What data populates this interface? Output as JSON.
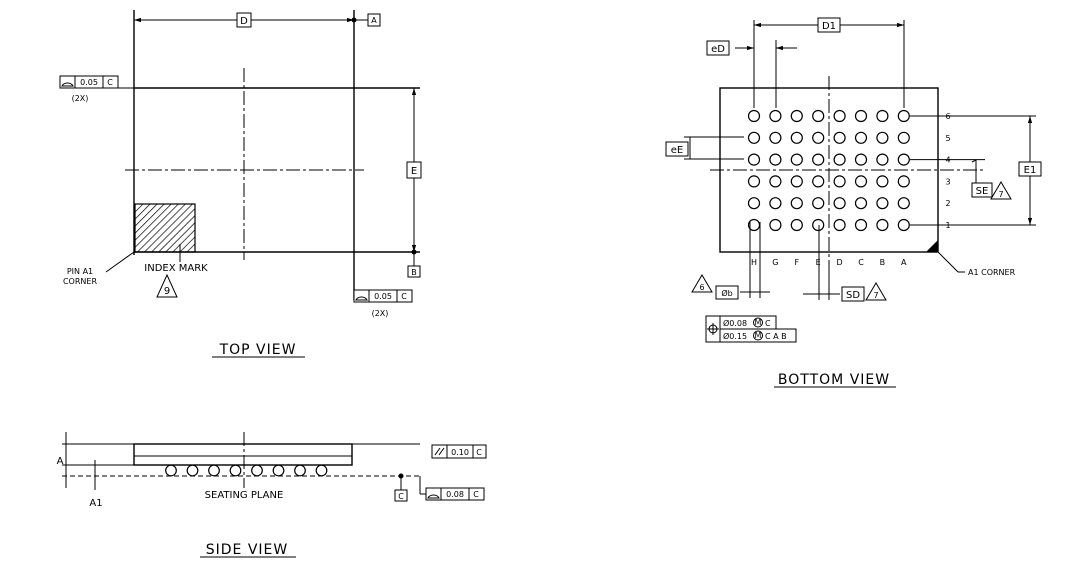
{
  "views": {
    "top": {
      "title": "TOP VIEW",
      "dim_d": "D",
      "dim_e": "E",
      "datum_a": "A",
      "datum_b": "B",
      "flatness_value": "0.05",
      "flatness_datum": "C",
      "flatness_count": "(2X)",
      "pin_corner_label_1": "PIN A1",
      "pin_corner_label_2": "CORNER",
      "index_mark_label": "INDEX MARK",
      "index_note": "9"
    },
    "bottom": {
      "title": "BOTTOM VIEW",
      "dim_d1": "D1",
      "dim_e1": "E1",
      "dim_ed": "eD",
      "dim_ee": "eE",
      "dim_sd": "SD",
      "dim_se": "SE",
      "note_sd_se": "7",
      "note_ball": "6",
      "ball_dia": "Øb",
      "tol_1_value": "Ø0.08",
      "tol_1_mod": "M",
      "tol_1_datums": "C",
      "tol_2_value": "Ø0.15",
      "tol_2_mod": "M",
      "tol_2_datums": "C A B",
      "corner_label": "A1 CORNER",
      "col_labels": [
        "H",
        "G",
        "F",
        "E",
        "D",
        "C",
        "B",
        "A"
      ],
      "row_labels": [
        "6",
        "5",
        "4",
        "3",
        "2",
        "1"
      ]
    },
    "side": {
      "title": "SIDE VIEW",
      "dim_a": "A",
      "dim_a1": "A1",
      "seating_plane": "SEATING PLANE",
      "datum_c": "C",
      "parallel_value": "0.10",
      "parallel_datum": "C",
      "flat_value": "0.08",
      "flat_datum": "C"
    }
  }
}
